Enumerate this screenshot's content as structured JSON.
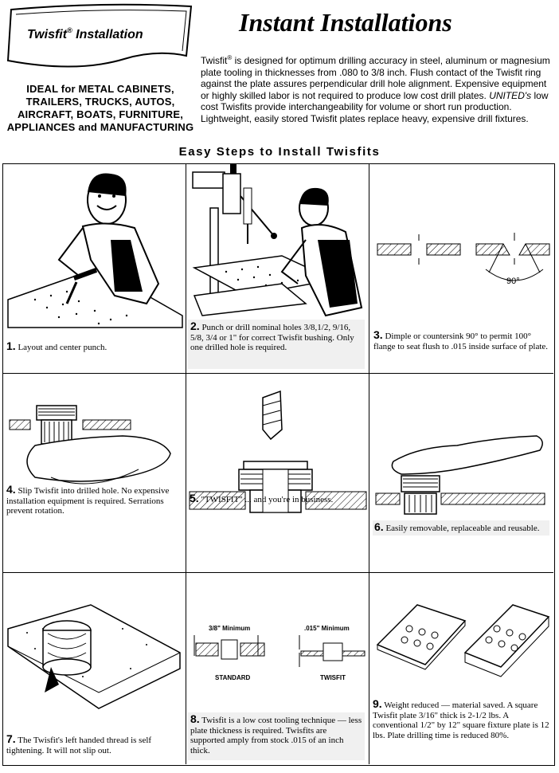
{
  "banner": {
    "brand": "Twisfit",
    "reg": "®",
    "label": "Installation"
  },
  "title": "Instant Installations",
  "ideal_lines": [
    "IDEAL for METAL CABINETS,",
    "TRAILERS, TRUCKS, AUTOS,",
    "AIRCRAFT, BOATS, FURNITURE,",
    "APPLIANCES and MANUFACTURING"
  ],
  "intro": {
    "brand": "Twisfit",
    "reg": "®",
    "part1": " is designed for optimum drilling accuracy in steel, aluminum or magnesium plate tooling in thicknesses from .080 to 3/8 inch.  Flush contact of the Twisfit ring against the plate assures perpendicular drill hole alignment.  Expensive equipment or highly skilled labor is not required to produce low cost drill plates.  ",
    "company": "UNITED's",
    "part2": " low cost Twisfits provide interchangeability for volume or short run production.  Lightweight, easily stored Twisfit plates replace heavy, expensive drill fixtures."
  },
  "steps_heading": "Easy Steps to Install Twisfits",
  "steps": [
    {
      "num": "1.",
      "text": "Layout and center punch."
    },
    {
      "num": "2.",
      "text": "Punch or drill nominal holes 3/8,1/2, 9/16, 5/8, 3/4 or 1\" for correct Twisfit bushing.  Only one drilled hole is required."
    },
    {
      "num": "3.",
      "text": "Dimple or countersink 90° to permit 100° flange to seat flush to .015 inside surface of plate."
    },
    {
      "num": "4.",
      "text": "Slip Twisfit into drilled hole.  No expensive installation equipment is required.  Serrations prevent rotation."
    },
    {
      "num": "5.",
      "text": "\"TWISFIT\" ... and you're in business."
    },
    {
      "num": "6.",
      "text": "Easily removable, replaceable and reusable."
    },
    {
      "num": "7.",
      "text": "The Twisfit's left handed thread is self tightening.  It will not slip out."
    },
    {
      "num": "8.",
      "text": "Twisfit is a low cost tooling technique — less plate thickness is required.  Twisfits are supported amply from stock .015 of an inch thick."
    },
    {
      "num": "9.",
      "text": "Weight reduced — material saved. A square Twisfit plate 3/16\" thick is 2-1/2 lbs.  A conventional 1/2\" by 12\" square fixture plate is 12 lbs.  Plate drilling time is reduced 80%."
    }
  ],
  "diagram3": {
    "angle_label": "90°"
  },
  "diagram8": {
    "left_min": "3/8\" Minimum",
    "right_min": ".015\" Minimum",
    "left_label": "STANDARD",
    "right_label": "TWISFIT"
  }
}
